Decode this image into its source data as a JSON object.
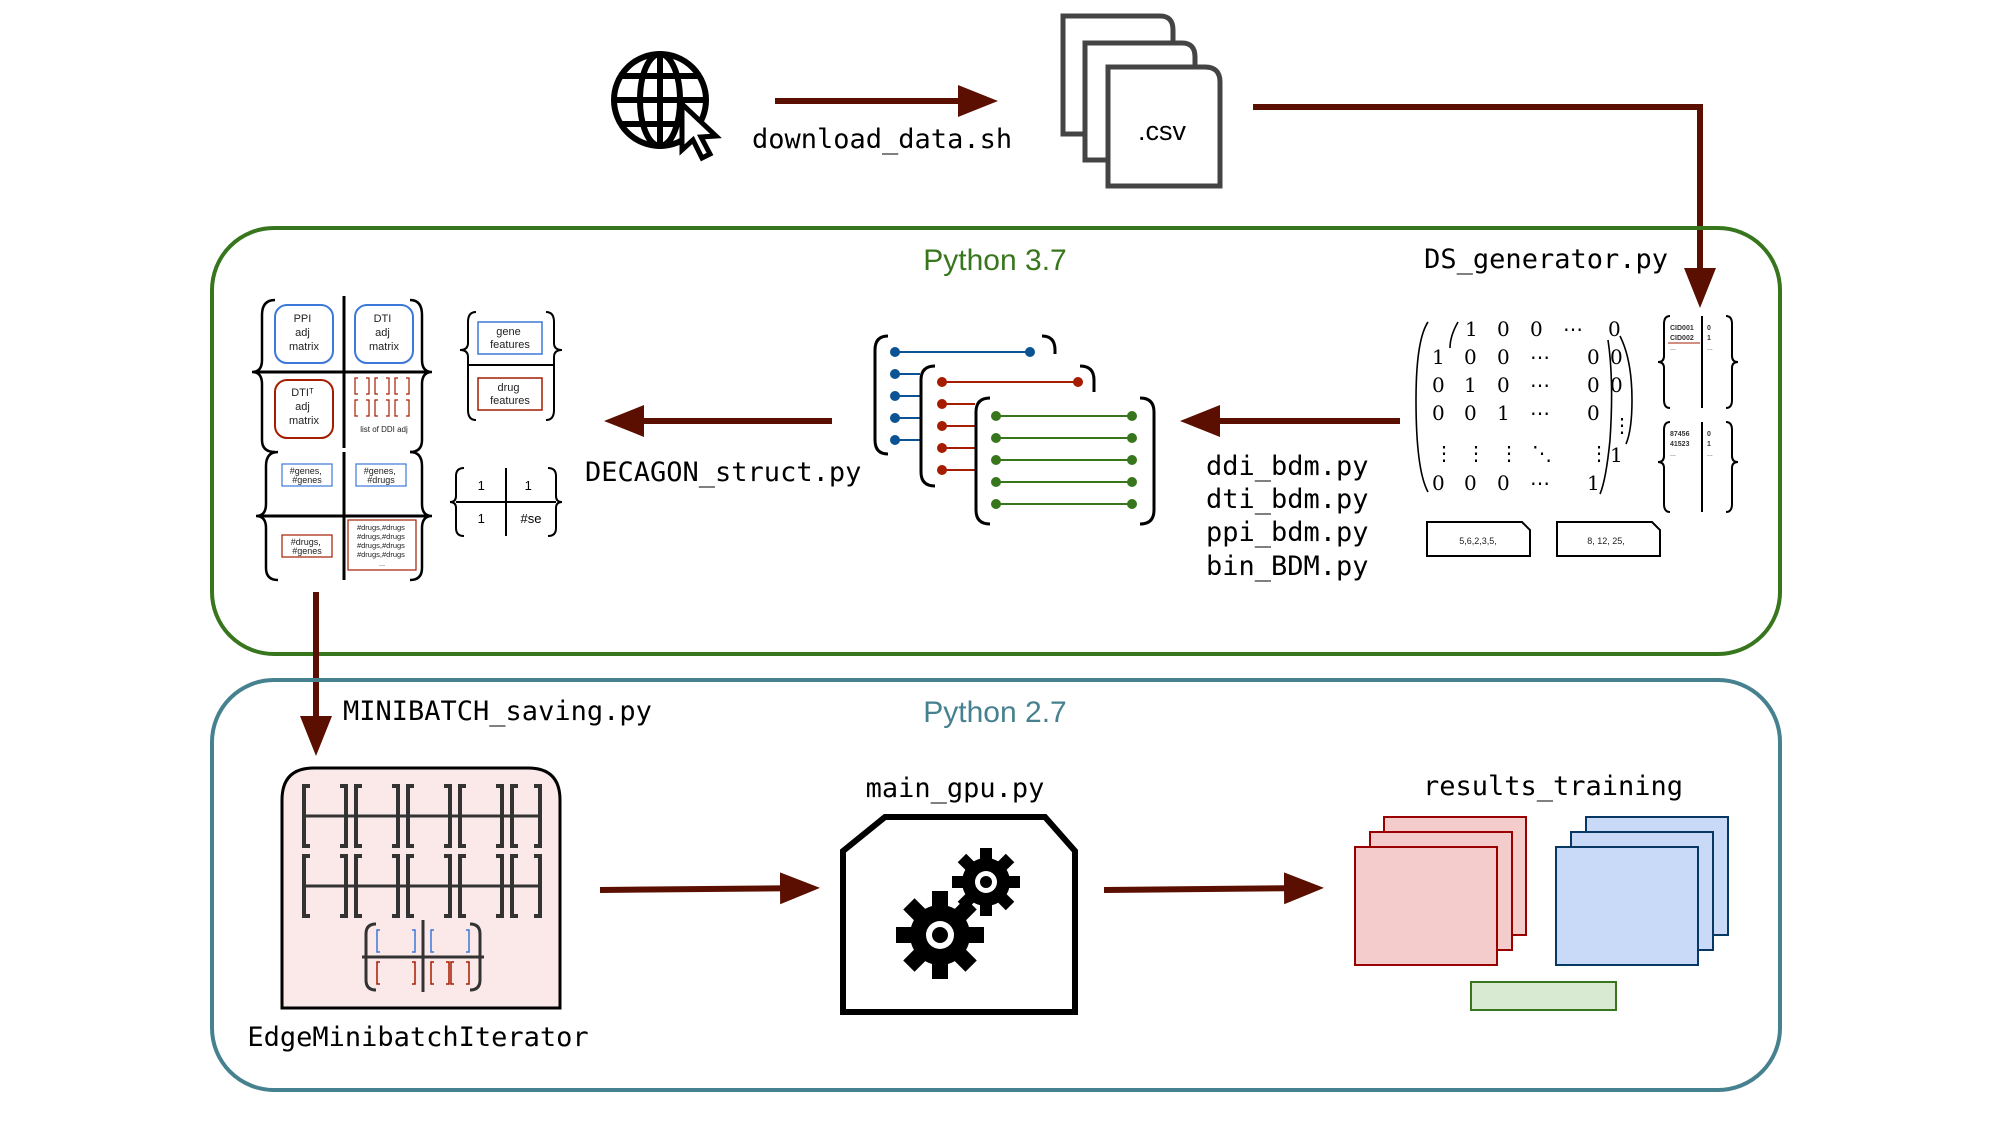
{
  "top": {
    "download_script": "download_data.sh",
    "csv_label": ".csv",
    "ds_generator": "DS_generator.py"
  },
  "python37": {
    "title": "Python 3.7",
    "title_color": "#38761d",
    "border_color": "#38761d",
    "decagon_script": "DECAGON_struct.py",
    "bdm_scripts": [
      "ddi_bdm.py",
      "dti_bdm.py",
      "ppi_bdm.py",
      "bin_BDM.py"
    ],
    "matrix_block": {
      "ppi": [
        "PPI",
        "adj",
        "matrix"
      ],
      "dti_top": [
        "DTI",
        "adj",
        "matrix"
      ],
      "dti_bottom": [
        "DTIᵀ",
        "adj",
        "matrix"
      ],
      "ddi_caption": "list of DDI adj",
      "gene_features": [
        "gene",
        "features"
      ],
      "drug_features": [
        "drug",
        "features"
      ],
      "genes_genes": [
        "#genes,",
        "#genes"
      ],
      "genes_drugs": [
        "#genes,",
        "#drugs"
      ],
      "drugs_genes": [
        "#drugs,",
        "#genes"
      ],
      "drugs_drugs": [
        "#drugs,#drugs",
        "#drugs,#drugs",
        "#drugs,#drugs",
        "#drugs,#drugs",
        "..."
      ],
      "small_grid": [
        "1",
        "1",
        "1",
        "#se"
      ]
    },
    "ds_tables": {
      "cid_rows": [
        "CID001",
        "CID002",
        "..."
      ],
      "cid_values": [
        "0",
        "1",
        "..."
      ],
      "num_rows": [
        "87456",
        "41523",
        "..."
      ],
      "num_values": [
        "0",
        "1",
        "..."
      ],
      "list_a": "5,6,2,3,5,",
      "list_b": "8, 12, 25,"
    },
    "matrix_symbols": {
      "row1": [
        "1",
        "0",
        "0",
        "⋯",
        "0"
      ],
      "row2": [
        "1",
        "0",
        "0",
        "⋯",
        "0",
        "0"
      ],
      "row3": [
        "0",
        "1",
        "0",
        "⋯",
        "0",
        "0"
      ],
      "row4": [
        "0",
        "0",
        "1",
        "⋯",
        "0",
        "⋮"
      ],
      "row5": [
        "⋮",
        "⋮",
        "⋮",
        "⋱",
        "⋮",
        "1"
      ],
      "row6": [
        "0",
        "0",
        "0",
        "⋯",
        "1"
      ]
    }
  },
  "python27": {
    "title": "Python 2.7",
    "title_color": "#45818e",
    "border_color": "#45818e",
    "minibatch_script": "MINIBATCH_saving.py",
    "iterator": "EdgeMinibatchIterator",
    "main_script": "main_gpu.py",
    "results": "results_training"
  },
  "colors": {
    "arrow": "#5b0f00",
    "blue_line": "#0b5394",
    "red_line": "#a61c00",
    "green_line": "#38761d",
    "red_card_fill": "#f4cccc",
    "red_card_stroke": "#990000",
    "blue_card_fill": "#c9daf8",
    "blue_card_stroke": "#073763",
    "green_bar_fill": "#d9ead3",
    "green_bar_stroke": "#38761d",
    "iterator_fill": "#fbe9e9"
  },
  "icons": [
    "globe-cursor-icon",
    "csv-files-icon",
    "gears-icon"
  ]
}
